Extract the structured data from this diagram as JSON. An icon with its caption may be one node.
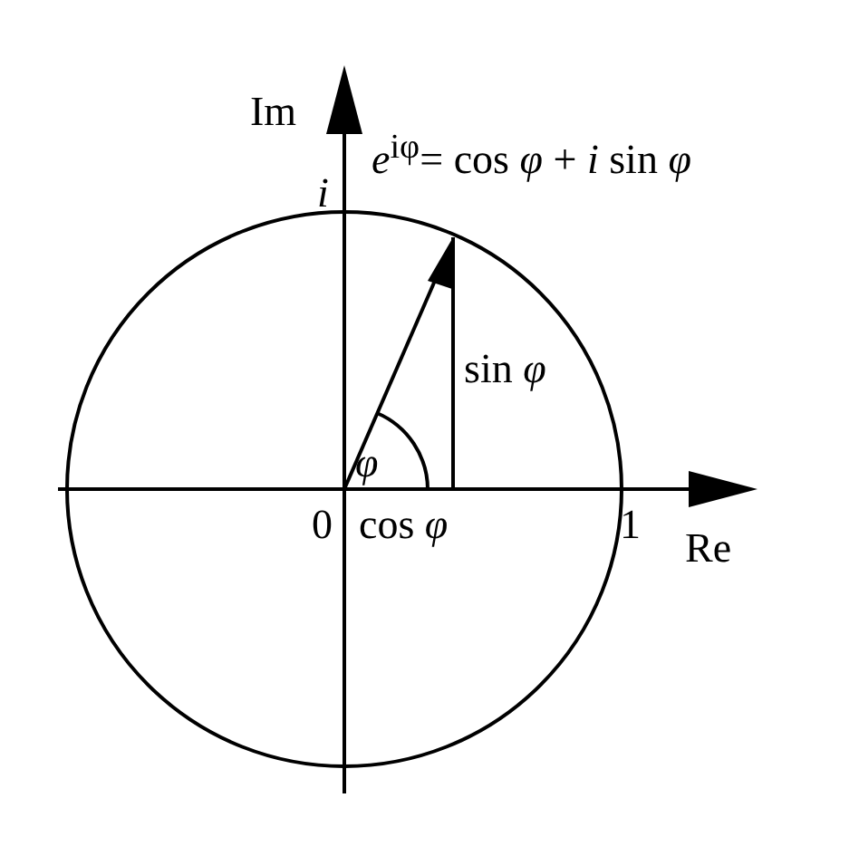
{
  "diagram": {
    "labels": [
      "Im",
      "*e*$^{iφ}$= cos *φ* + *i* sin *φ*",
      "*i*",
      "sin *φ*",
      "*φ*",
      "0",
      "cos *φ*",
      "1",
      "Re"
    ]
  }
}
